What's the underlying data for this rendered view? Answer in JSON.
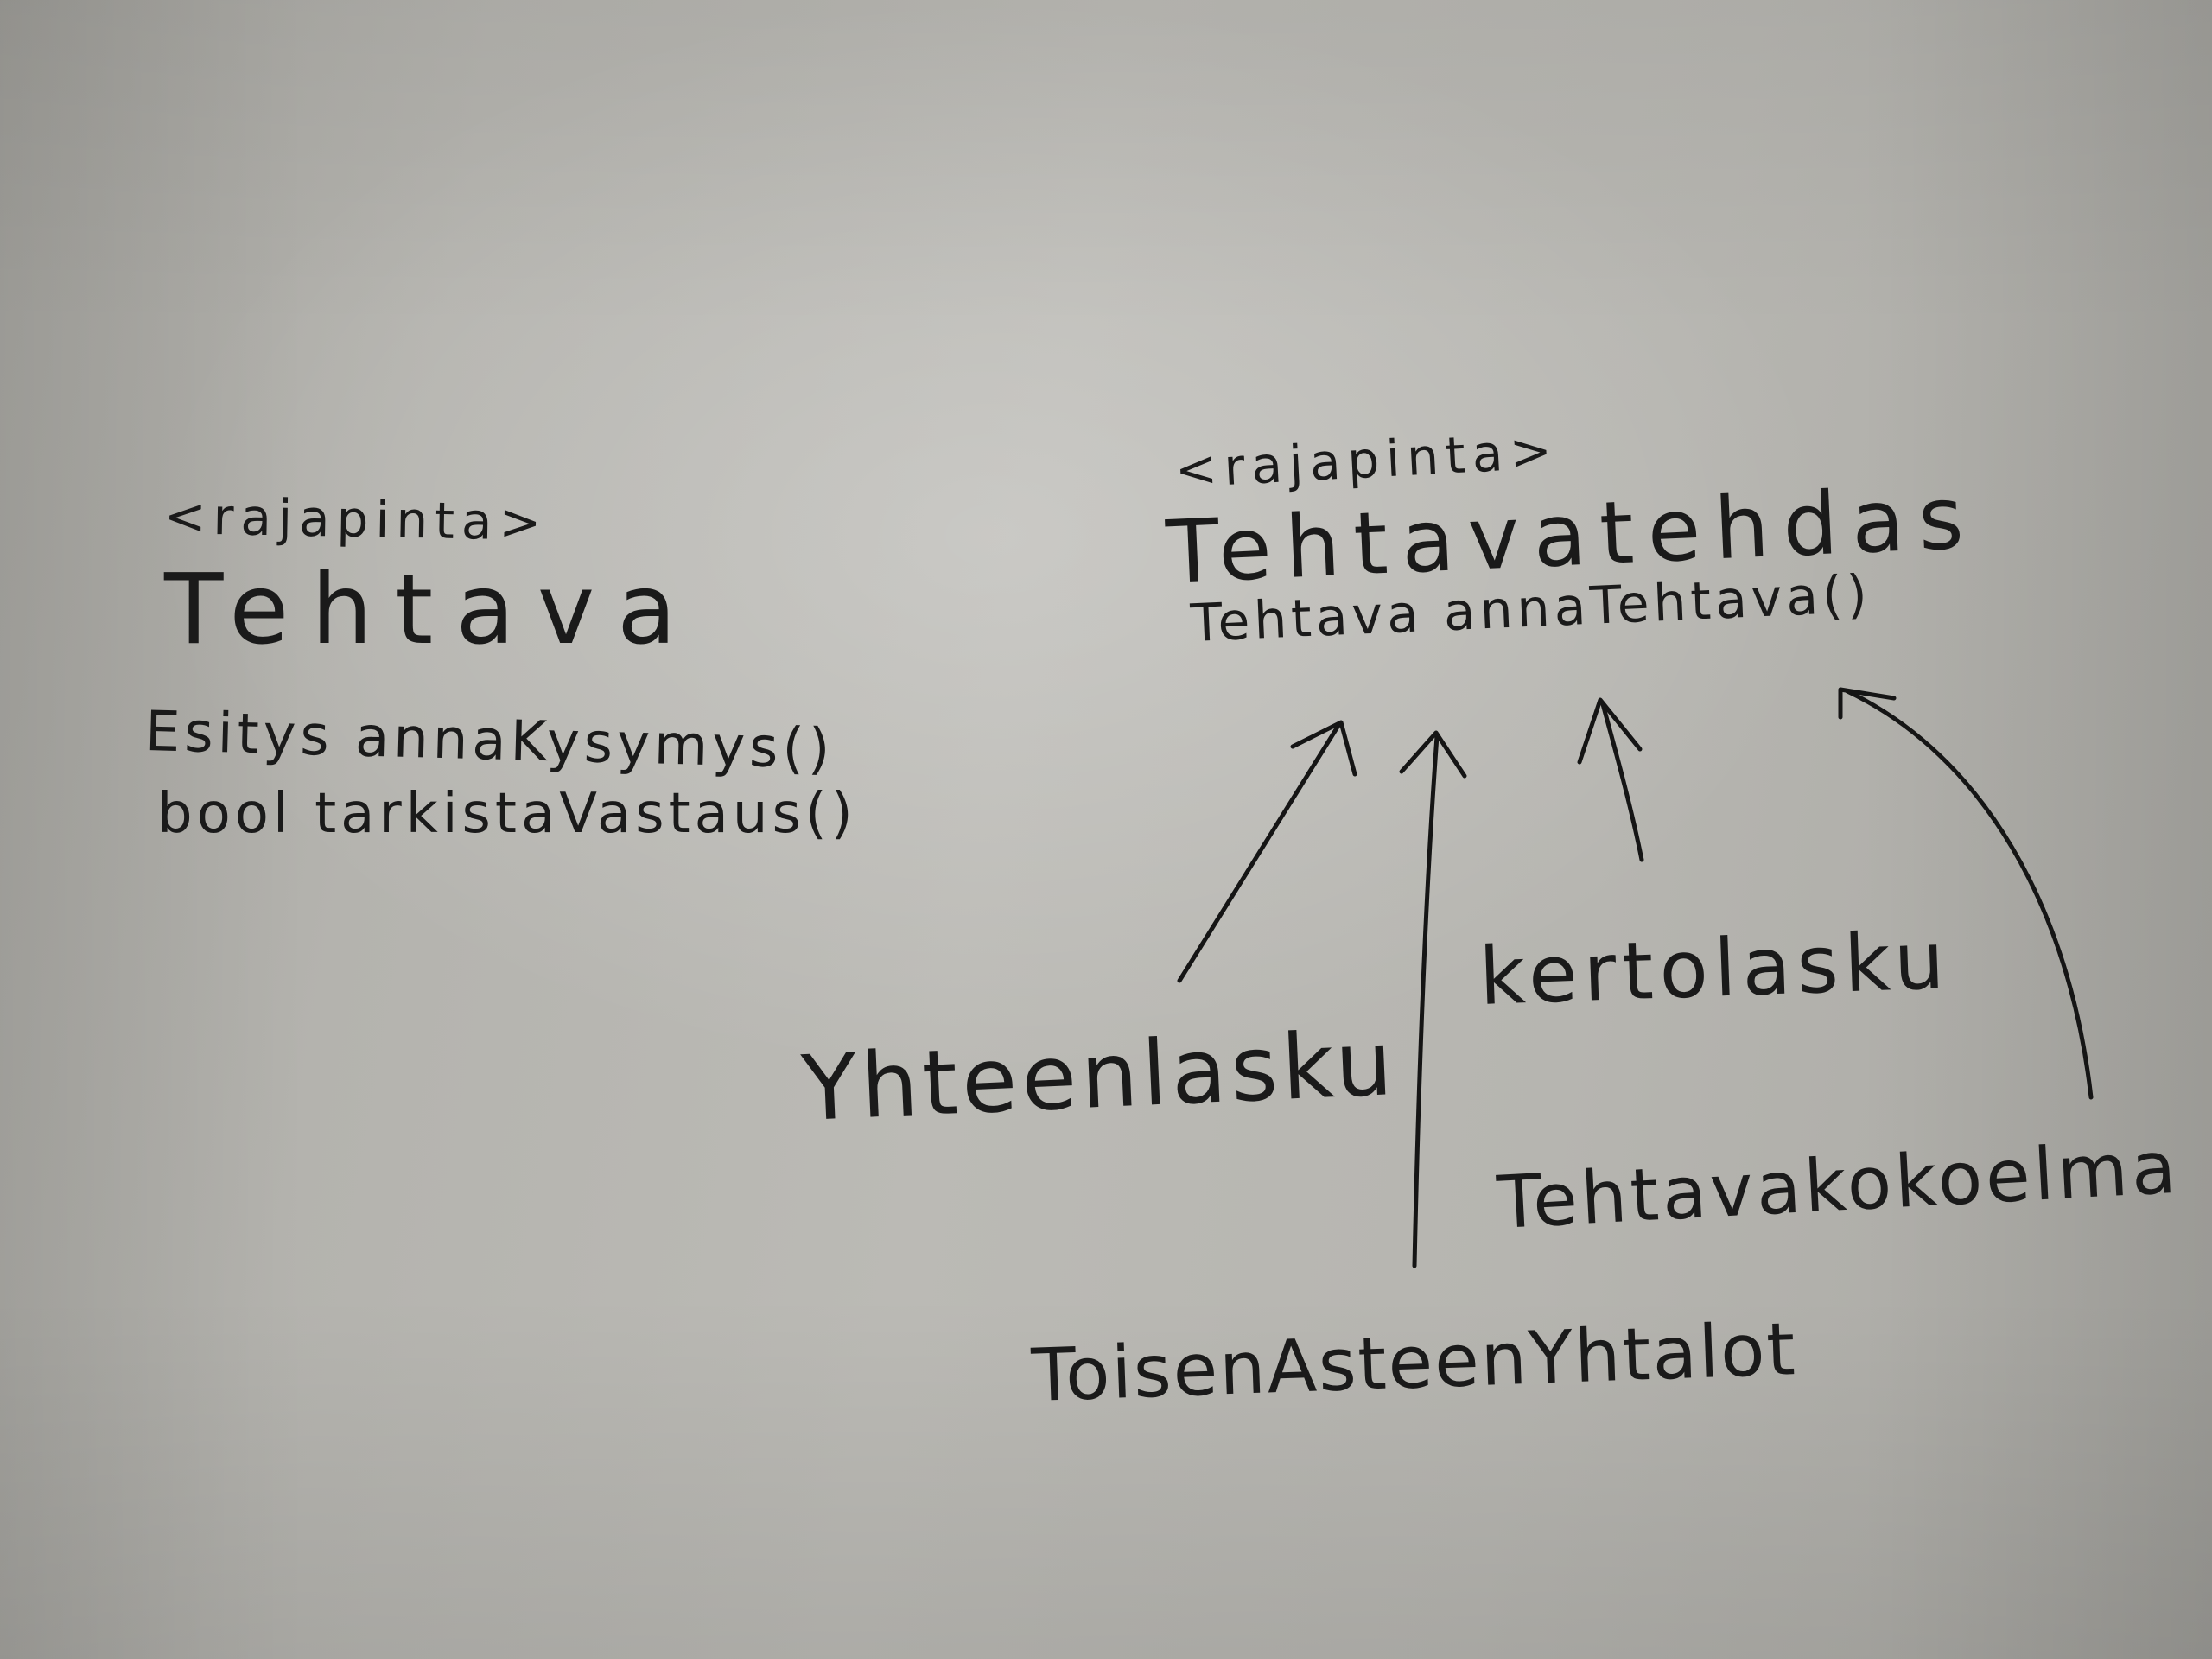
{
  "interfaces": [
    {
      "stereotype": "<rajapinta>",
      "name": "Tehtava",
      "methods": [
        "Esitys annaKysymys()",
        "bool tarkistaVastaus()"
      ]
    },
    {
      "stereotype": "<rajapinta>",
      "name": "Tehtavatehdas",
      "methods": [
        "Tehtava annaTehtava()"
      ]
    }
  ],
  "implementations": [
    "Yhteenlasku",
    "kertolasku",
    "Tehtavakokoelma",
    "ToisenAsteenYhtalot"
  ],
  "ink_color": "#1a1a1a",
  "paper_color": "#b7b6b1"
}
